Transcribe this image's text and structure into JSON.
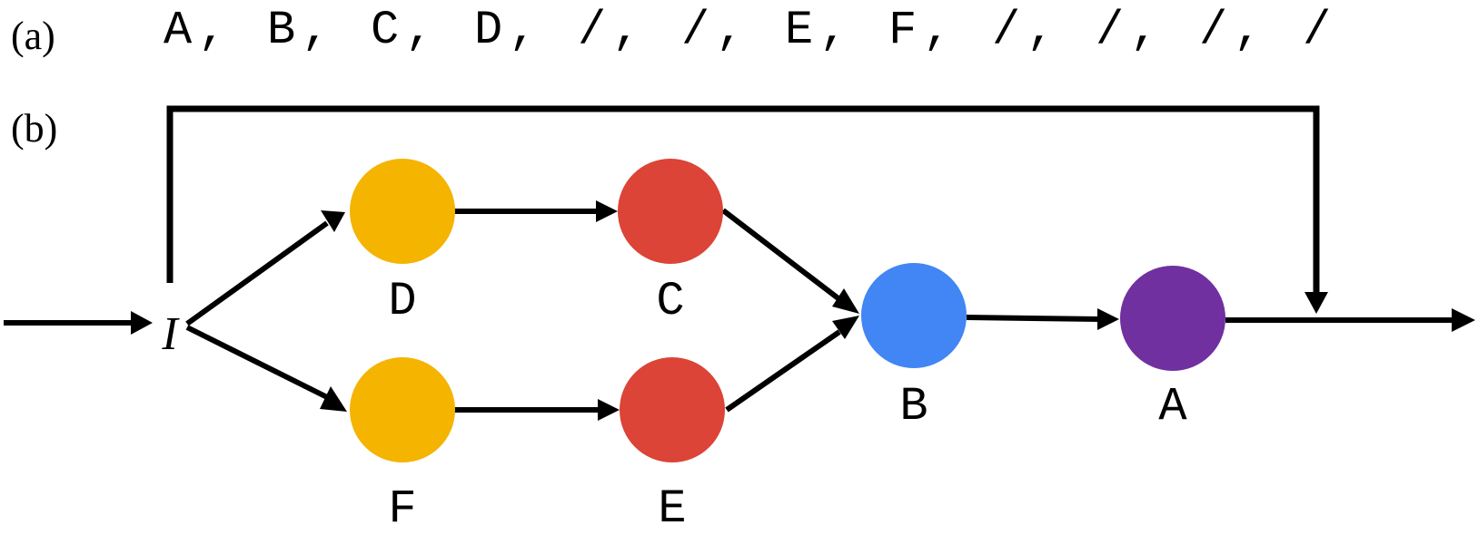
{
  "panel_a": {
    "label": "(a)",
    "sequence": [
      "A",
      "B",
      "C",
      "D",
      "/",
      "/",
      "E",
      "F",
      "/",
      "/",
      "/",
      "/"
    ],
    "separator": ","
  },
  "panel_b": {
    "label": "(b)",
    "input_label": "I",
    "nodes": [
      {
        "id": "D",
        "label": "D",
        "color": "#F4B400"
      },
      {
        "id": "C",
        "label": "C",
        "color": "#DB4437"
      },
      {
        "id": "F",
        "label": "F",
        "color": "#F4B400"
      },
      {
        "id": "E",
        "label": "E",
        "color": "#DB4437"
      },
      {
        "id": "B",
        "label": "B",
        "color": "#4285F4"
      },
      {
        "id": "A",
        "label": "A",
        "color": "#7030A0"
      }
    ]
  }
}
